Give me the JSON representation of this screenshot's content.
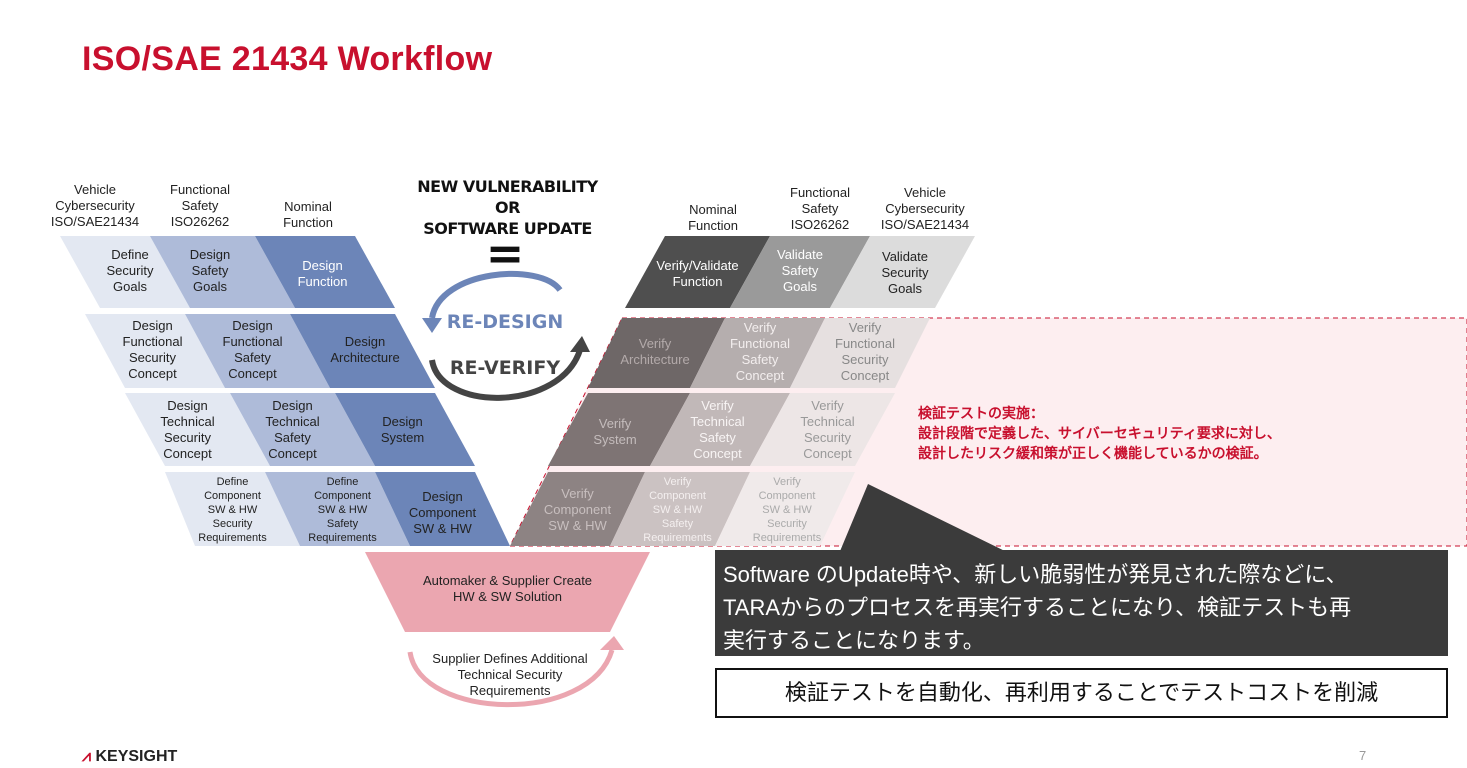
{
  "title": "ISO/SAE 21434 Workflow",
  "left_headers": [
    "Vehicle\nCybersecurity\nISO/SAE21434",
    "Functional\nSafety\nISO26262",
    "Nominal\nFunction"
  ],
  "right_headers": [
    "Nominal\nFunction",
    "Functional\nSafety\nISO26262",
    "Vehicle\nCybersecurity\nISO/SAE21434"
  ],
  "left_rows": [
    [
      "Define\nSecurity\nGoals",
      "Design\nSafety\nGoals",
      "Design\nFunction"
    ],
    [
      "Design\nFunctional\nSecurity\nConcept",
      "Design\nFunctional\nSafety\nConcept",
      "Design\nArchitecture"
    ],
    [
      "Design\nTechnical\nSecurity\nConcept",
      "Design\nTechnical\nSafety\nConcept",
      "Design\nSystem"
    ],
    [
      "Define\nComponent\nSW & HW\nSecurity\nRequirements",
      "Define\nComponent\nSW & HW\nSafety\nRequirements",
      "Design\nComponent\nSW & HW"
    ]
  ],
  "right_rows": [
    [
      "Verify/Validate\nFunction",
      "Validate\nSafety\nGoals",
      "Validate\nSecurity\nGoals"
    ],
    [
      "Verify\nArchitecture",
      "Verify\nFunctional\nSafety\nConcept",
      "Verify\nFunctional\nSecurity\nConcept"
    ],
    [
      "Verify\nSystem",
      "Verify\nTechnical\nSafety\nConcept",
      "Verify\nTechnical\nSecurity\nConcept"
    ],
    [
      "Verify\nComponent\nSW & HW",
      "Verify\nComponent\nSW & HW\nSafety\nRequirements",
      "Verify\nComponent\nSW & HW\nSecurity\nRequirements"
    ]
  ],
  "center": {
    "headline": "NEW VULNERABILITY\nOR\nSOFTWARE UPDATE",
    "equals": "=",
    "redesign": "RE-DESIGN",
    "reverify": "RE-VERIFY"
  },
  "bottom": {
    "create": "Automaker & Supplier Create\nHW & SW Solution",
    "supplier": "Supplier Defines Additional\nTechnical Security\nRequirements"
  },
  "callout_red": "検証テストの実施：\n設計段階で定義した、サイバーセキュリティ要求に対し、\n設計したリスク緩和策が正しく機能しているかの検証。",
  "dark_note": "Software のUpdate時や、新しい脆弱性が発見された際などに、\nTARAからのプロセスを再実行することになり、検証テストも再\n実行することになります。",
  "summary": "検証テストを自動化、再利用することでテストコストを削減",
  "logo": "KEYSIGHT",
  "page_number": "7",
  "colors": {
    "brand_red": "#c8102e",
    "left_light": "#e3e8f2",
    "left_mid": "#aebbd9",
    "left_dark": "#6c85b8",
    "right_dark": "#4f4f4f",
    "right_mid": "#9a9a9a",
    "right_light": "#dcdcdc",
    "pink_zone": "#fdeef0"
  }
}
